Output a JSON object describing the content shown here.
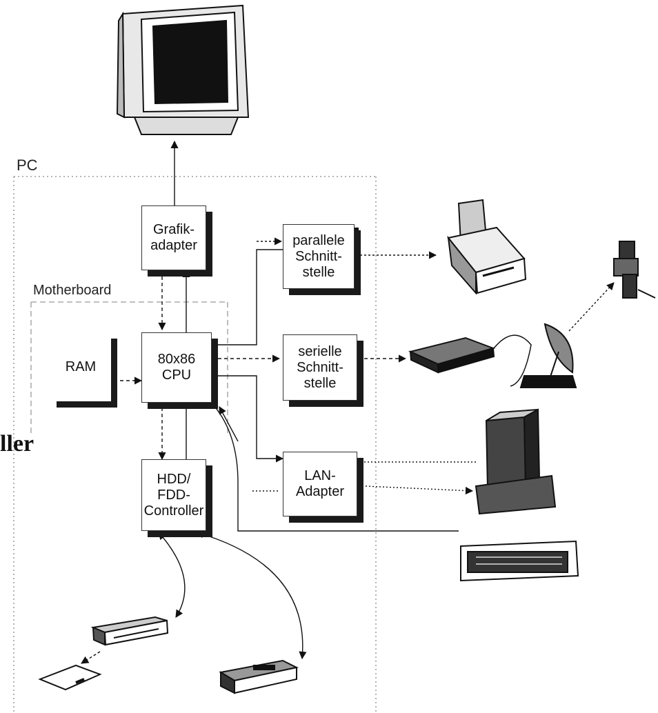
{
  "regions": {
    "pc": "PC",
    "motherboard": "Motherboard"
  },
  "cut_off_label": "ller",
  "components": {
    "grafik": "Grafik-\nadapter",
    "cpu": "80x86\nCPU",
    "ram": "RAM",
    "hdd": "HDD/\nFDD-\nController",
    "parallel": "parallele\nSchnitt-\nstelle",
    "seriell": "serielle\nSchnitt-\nstelle",
    "lan": "LAN-\nAdapter"
  },
  "peripherals": [
    "monitor-icon",
    "printer-icon",
    "modem-icon",
    "satellite-dish-icon",
    "satellite-icon",
    "server-tower-icon",
    "keyboard-icon",
    "floppy-drive-icon",
    "floppy-disk-icon",
    "hard-disk-icon"
  ],
  "colors": {
    "ink": "#111111",
    "shadow": "#1a1a1a",
    "dotted": "#888888"
  }
}
